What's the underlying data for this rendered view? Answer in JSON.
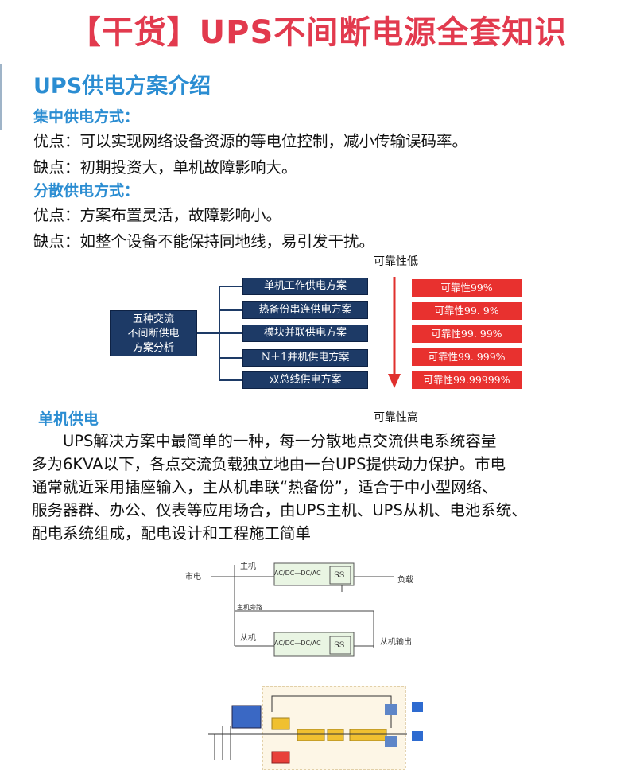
{
  "title": "【干货】UPS不间断电源全套知识",
  "subtitle": "UPS供电方案介绍",
  "central": {
    "heading": "集中供电方式：",
    "pro": "优点：可以实现网络设备资源的等电位控制，减小传输误码率。",
    "con": "缺点：初期投资大，单机故障影响大。"
  },
  "distributed": {
    "heading": "分散供电方式：",
    "pro": "优点：方案布置灵活，故障影响小。",
    "con": "缺点：如整个设备不能保持同地线，易引发干扰。"
  },
  "diagram1": {
    "top_label": "可靠性低",
    "bottom_label": "可靠性高",
    "root_lines": [
      "五种交流",
      "不间断供电",
      "方案分析"
    ],
    "schemes": [
      "单机工作供电方案",
      "热备份串连供电方案",
      "模块并联供电方案",
      "N＋1并机供电方案",
      "双总线供电方案"
    ],
    "reliability": [
      "可靠性99%",
      "可靠性99. 9%",
      "可靠性99. 99%",
      "可靠性99. 999%",
      "可靠性99.99999%"
    ]
  },
  "single": {
    "heading": "单机供电",
    "lines": [
      "　　UPS解决方案中最简单的一种，每一分散地点交流供电系统容量",
      "多为6KVA以下，各点交流负载独立地由一台UPS提供动力保护。市电",
      "通常就近采用插座输入，主从机串联“热备份”，适合于中小型网络、",
      "服务器群、办公、仪表等应用场合，由UPS主机、UPS从机、电池系统、",
      "配电系统组成，配电设计和工程施工简单"
    ]
  },
  "diagram2": {
    "mains": "市电",
    "host": "主机",
    "host_bypass": "主机旁路",
    "slave": "从机",
    "slave_output": "从机输出",
    "load": "负载",
    "converter": "AC/DC—DC/AC",
    "switch": "SS"
  },
  "colors": {
    "title": "#e23a4e",
    "heading": "#2b8dd2",
    "scheme_box": "#1d3a66",
    "reliability_box": "#e8312f",
    "arrow": "#e0302e"
  }
}
